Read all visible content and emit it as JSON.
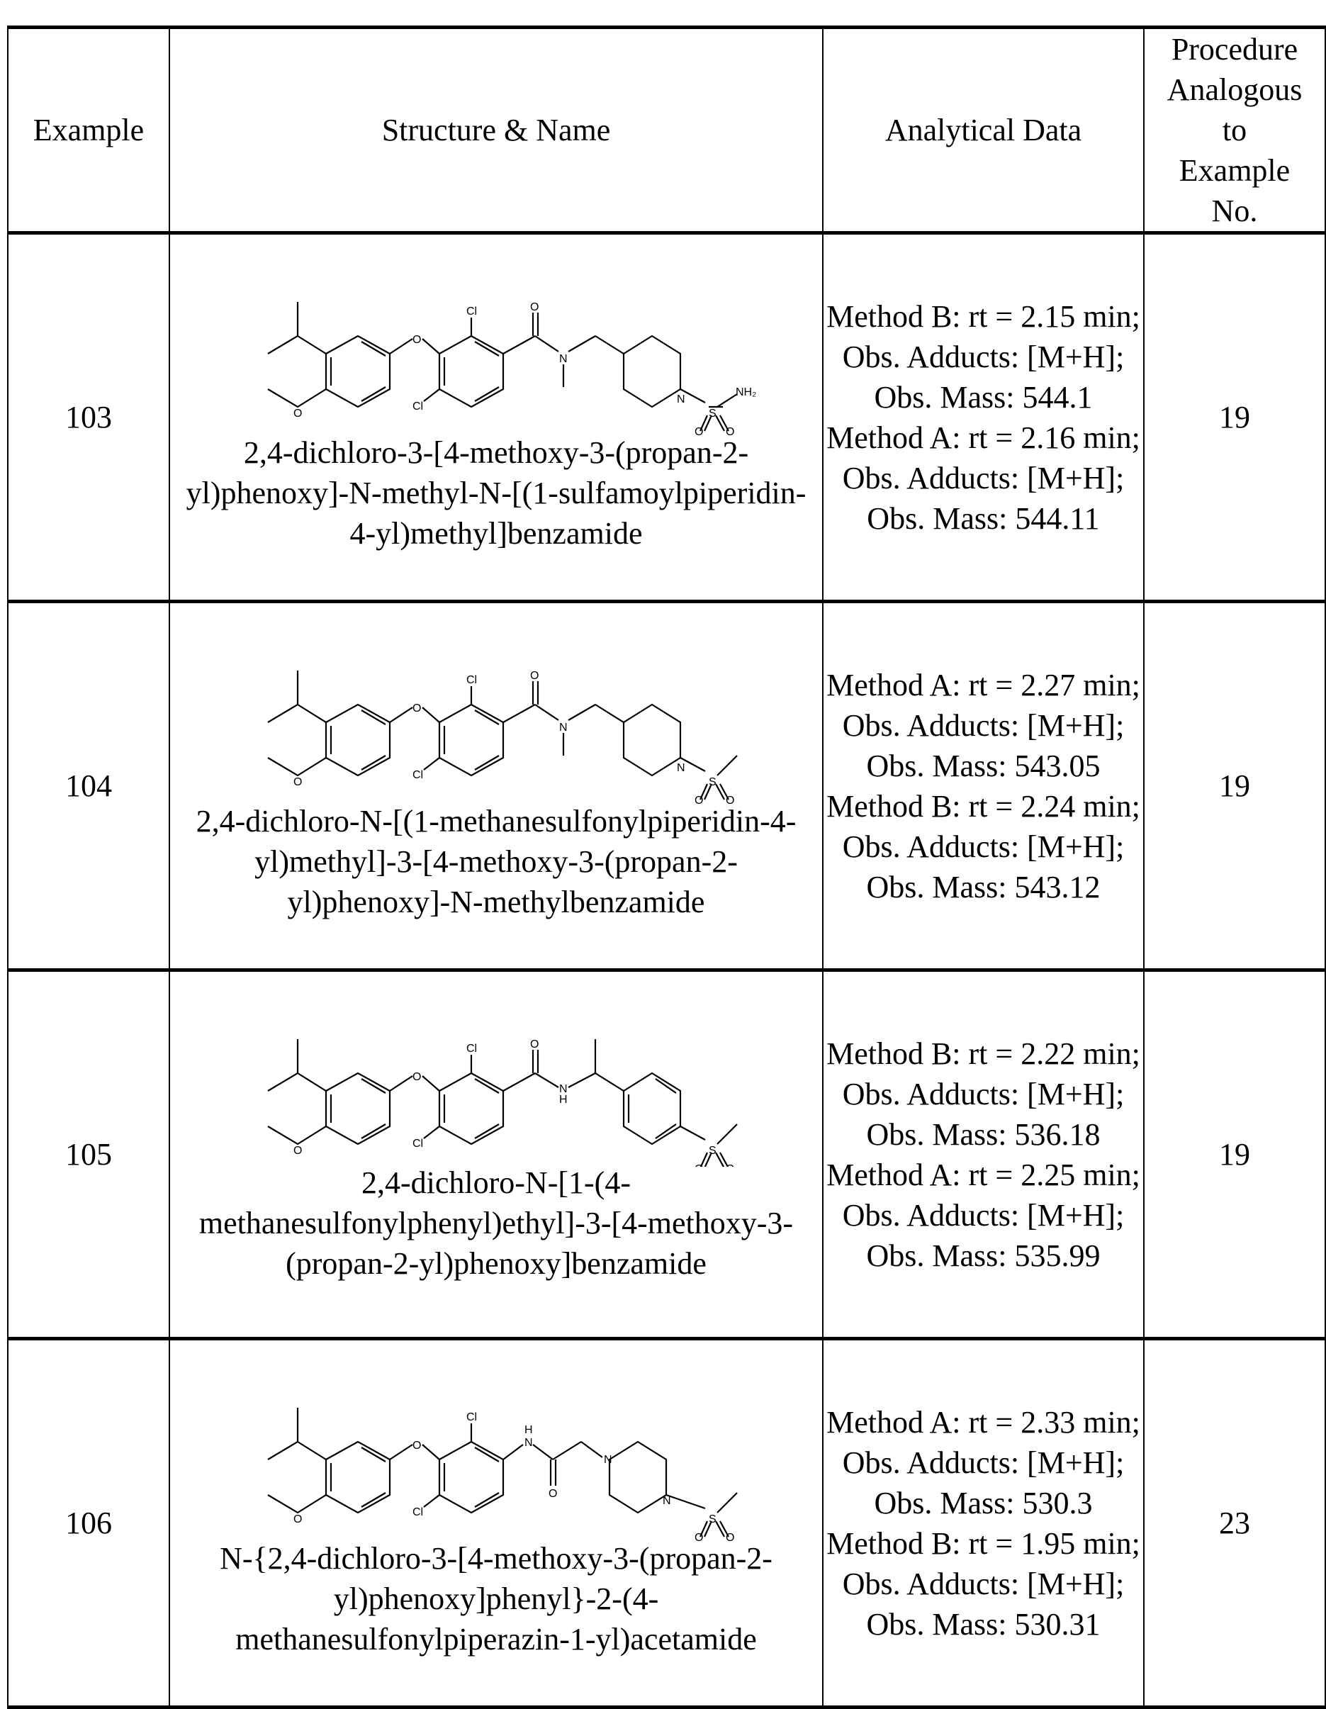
{
  "table": {
    "headers": {
      "example": "Example",
      "structure": "Structure & Name",
      "analytical": "Analytical Data",
      "procedure": "Procedure Analogous to Example No."
    },
    "rows": [
      {
        "example": "103",
        "name": "2,4-dichloro-3-[4-methoxy-3-(propan-2-yl)phenoxy]-N-methyl-N-[(1-sulfamoylpiperidin-4-yl)methyl]benzamide",
        "structure_icon": "molecule-sulfamoylpiperidine-benzamide",
        "analytical": [
          {
            "method": "Method B",
            "rt": "2.15",
            "text": "Method B: rt = 2.15 min; Obs. Adducts: [M+H]; Obs. Mass: 544.1"
          },
          {
            "method": "Method A",
            "rt": "2.16",
            "text": "Method A: rt = 2.16 min; Obs. Adducts: [M+H]; Obs. Mass: 544.11"
          }
        ],
        "procedure": "19"
      },
      {
        "example": "104",
        "name": "2,4-dichloro-N-[(1-methanesulfonylpiperidin-4-yl)methyl]-3-[4-methoxy-3-(propan-2-yl)phenoxy]-N-methylbenzamide",
        "structure_icon": "molecule-methanesulfonylpiperidine-benzamide",
        "analytical": [
          {
            "method": "Method A",
            "rt": "2.27",
            "text": "Method A: rt = 2.27 min; Obs. Adducts: [M+H]; Obs. Mass: 543.05"
          },
          {
            "method": "Method B",
            "rt": "2.24",
            "text": "Method B: rt = 2.24 min; Obs. Adducts: [M+H]; Obs. Mass: 543.12"
          }
        ],
        "procedure": "19"
      },
      {
        "example": "105",
        "name": "2,4-dichloro-N-[1-(4-methanesulfonylphenyl)ethyl]-3-[4-methoxy-3-(propan-2-yl)phenoxy]benzamide",
        "structure_icon": "molecule-methanesulfonylphenylethyl-benzamide",
        "analytical": [
          {
            "method": "Method B",
            "rt": "2.22",
            "text": "Method B: rt = 2.22 min; Obs. Adducts: [M+H]; Obs. Mass: 536.18"
          },
          {
            "method": "Method A",
            "rt": "2.25",
            "text": "Method A: rt = 2.25 min; Obs. Adducts: [M+H]; Obs. Mass: 535.99"
          }
        ],
        "procedure": "19"
      },
      {
        "example": "106",
        "name": "N-{2,4-dichloro-3-[4-methoxy-3-(propan-2-yl)phenoxy]phenyl}-2-(4-methanesulfonylpiperazin-1-yl)acetamide",
        "structure_icon": "molecule-methanesulfonylpiperazine-acetamide",
        "analytical": [
          {
            "method": "Method A",
            "rt": "2.33",
            "text": "Method A: rt = 2.33 min; Obs. Adducts: [M+H]; Obs. Mass: 530.3"
          },
          {
            "method": "Method B",
            "rt": "1.95",
            "text": "Method B: rt = 1.95 min; Obs. Adducts: [M+H]; Obs. Mass: 530.31"
          }
        ],
        "procedure": "23"
      }
    ]
  },
  "atom_labels": {
    "cl": "Cl",
    "o": "O",
    "n": "N",
    "s": "S",
    "nh": "H",
    "nh2": "NH₂"
  }
}
